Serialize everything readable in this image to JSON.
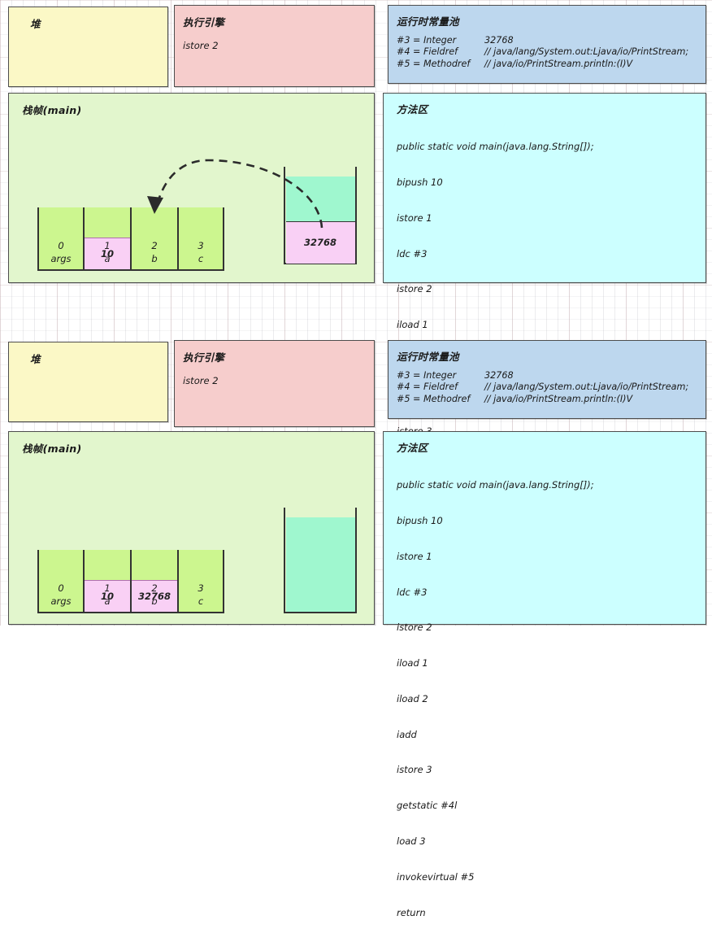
{
  "panels": {
    "heap_title": "堆",
    "engine_title": "执行引擎",
    "engine_instruction": "istore 2",
    "pool_title": "运行时常量池",
    "frame_title": "栈帧(main)",
    "method_title": "方法区"
  },
  "constant_pool": [
    {
      "key": "#3 = Integer",
      "value": "32768"
    },
    {
      "key": "#4 = Fieldref",
      "value": "// java/lang/System.out:Ljava/io/PrintStream;"
    },
    {
      "key": "#5 = Methodref",
      "value": "// java/io/PrintStream.println:(I)V"
    }
  ],
  "method_area_code": [
    "public static void main(java.lang.String[]);",
    "bipush 10",
    "istore 1",
    "ldc #3",
    "istore 2",
    "iload 1",
    "iload 2",
    "iadd",
    "istore 3",
    "getstatic #4l",
    "load 3",
    "invokevirtual #5",
    "return"
  ],
  "diagram_top": {
    "local_vars": [
      {
        "index": "0",
        "name": "args",
        "value": ""
      },
      {
        "index": "1",
        "name": "a",
        "value": "10"
      },
      {
        "index": "2",
        "name": "b",
        "value": ""
      },
      {
        "index": "3",
        "name": "c",
        "value": ""
      }
    ],
    "operand_stack": [
      {
        "value": "32768",
        "color": "#f9d0f5"
      }
    ],
    "arrow_label": "pop-32768-into-slot-2"
  },
  "diagram_bottom": {
    "local_vars": [
      {
        "index": "0",
        "name": "args",
        "value": ""
      },
      {
        "index": "1",
        "name": "a",
        "value": "10"
      },
      {
        "index": "2",
        "name": "b",
        "value": "32768"
      },
      {
        "index": "3",
        "name": "c",
        "value": ""
      }
    ],
    "operand_stack": []
  },
  "colors": {
    "heap": "#fbf8c6",
    "engine": "#f6cdcc",
    "pool": "#bdd7ee",
    "frame": "#e2f6cd",
    "method": "#ccffff",
    "slot": "#ccf68f",
    "value_fill": "#f9d0f5",
    "stack_teal": "#9ff7cf",
    "outline": "#4d4d4d"
  }
}
